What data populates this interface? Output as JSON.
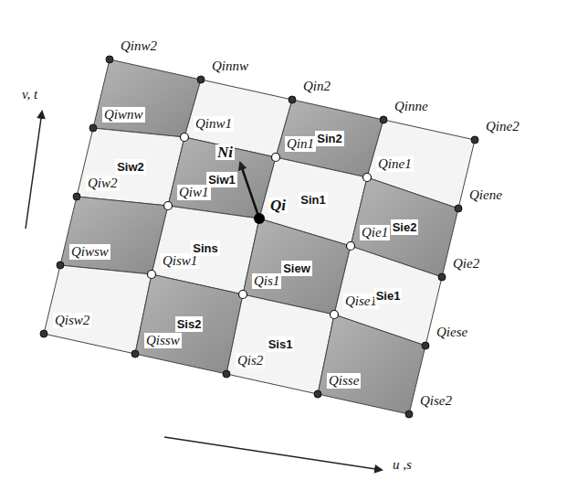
{
  "diagram": {
    "labels": [
      "Qinw2",
      "Qinnw",
      "Qin2",
      "Qinne",
      "Qine2",
      "Qiwnw",
      "Qinw1",
      "Qin1",
      "Qine1",
      "Qiene",
      "Qiw2",
      "Qiw1",
      "Qi",
      "Qie1",
      "Qie2",
      "Qiwsw",
      "Qisw1",
      "Qis1",
      "Qise1",
      "Qiese",
      "Qisw2",
      "Qissw",
      "Qis2",
      "Qisse",
      "Qise2",
      "Sin2",
      "Sin1",
      "Siw2",
      "Siw1",
      "Siew",
      "Sins",
      "Sie1",
      "Sis1",
      "Sie2",
      "Sis2",
      "Ni",
      "v, t",
      "u ,s"
    ]
  }
}
